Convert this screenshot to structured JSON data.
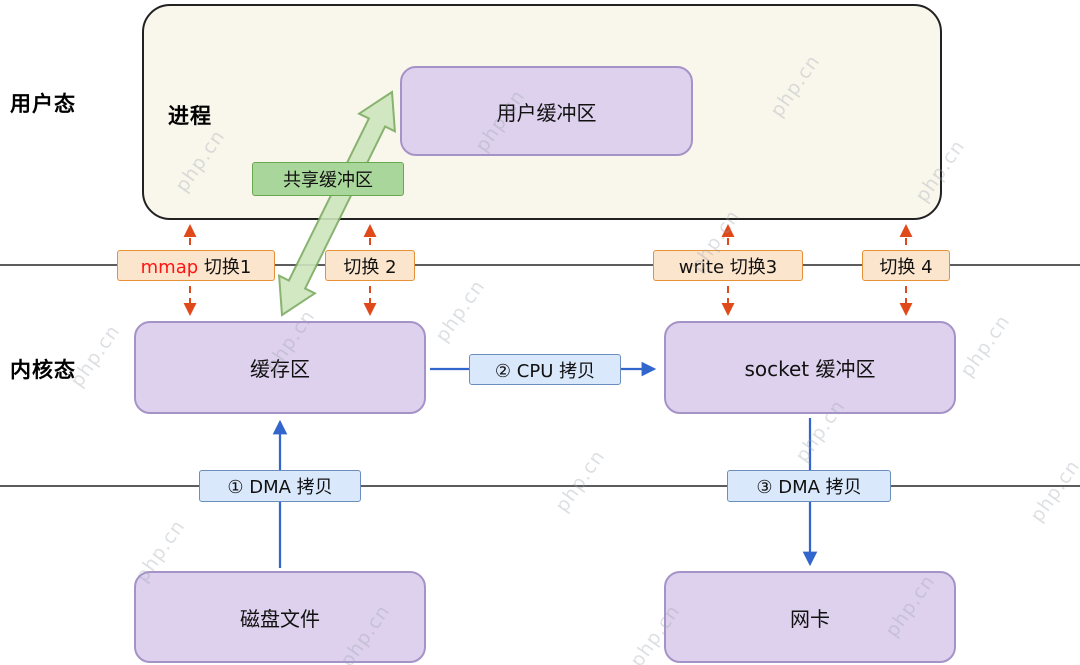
{
  "watermark": "php.cn",
  "zones": {
    "user_mode_label": "用户态",
    "kernel_mode_label": "内核态"
  },
  "user_space": {
    "process_label": "进程",
    "user_buffer_label": "用户缓冲区",
    "shared_buffer_label": "共享缓冲区"
  },
  "context_switches": [
    {
      "highlight": "mmap",
      "suffix": " 切换1"
    },
    {
      "label": "切换 2"
    },
    {
      "label": "write 切换3"
    },
    {
      "label": "切换 4"
    }
  ],
  "kernel_space": {
    "kernel_buffer_label": "缓存区",
    "socket_buffer_label": "socket 缓冲区"
  },
  "copies": {
    "cpu_copy_label": "② CPU 拷贝",
    "dma_copy_1_label": "① DMA 拷贝",
    "dma_copy_2_label": "③ DMA 拷贝"
  },
  "devices": {
    "disk_label": "磁盘文件",
    "nic_label": "网卡"
  },
  "colors": {
    "purple-fill": "#ddd1ed",
    "purple-border": "#a593c8",
    "cream-fill": "#f9f6ec",
    "container-border": "#222222",
    "green-fill": "#a9d79b",
    "green-border": "#6aa84f",
    "green-arrow-fill": "#cde6bd",
    "green-arrow-border": "#7cab62",
    "orange-fill": "#fce5cd",
    "orange-border": "#e69138",
    "blue-fill": "#dae8fc",
    "blue-border": "#6c8ebf",
    "arrow-blue": "#3366cc",
    "arrow-orange": "#e04a1a",
    "line-color": "#262626",
    "mmap-red": "#ff1414",
    "watermark-color": "#9aa2ad"
  }
}
